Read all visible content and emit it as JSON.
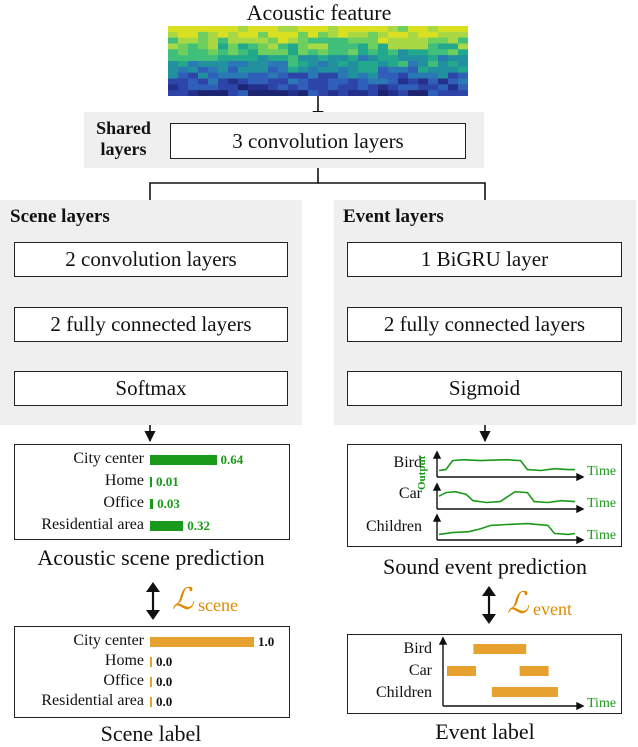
{
  "diagram": {
    "input_title": "Acoustic feature",
    "shared_label_1": "Shared",
    "shared_label_2": "layers",
    "shared_box": "3 convolution layers",
    "scene_panel": "Scene layers",
    "event_panel": "Event layers",
    "scene_box_1": "2 convolution layers",
    "scene_box_2": "2 fully connected layers",
    "scene_box_3": "Softmax",
    "event_box_1": "1 BiGRU layer",
    "event_box_2": "2 fully connected layers",
    "event_box_3": "Sigmoid",
    "scene_pred_caption": "Acoustic scene prediction",
    "event_pred_caption": "Sound event prediction",
    "scene_label_caption": "Scene label",
    "event_label_caption": "Event label",
    "loss_symbol": "ℒ",
    "loss_scene": "scene",
    "loss_event": "event",
    "time_label": "Time",
    "output_label": "Output"
  },
  "scene_prediction": [
    {
      "label": "City center",
      "value": 0.64,
      "text": "0.64"
    },
    {
      "label": "Home",
      "value": 0.01,
      "text": "0.01"
    },
    {
      "label": "Office",
      "value": 0.03,
      "text": "0.03"
    },
    {
      "label": "Residential area",
      "value": 0.32,
      "text": "0.32"
    }
  ],
  "scene_label": [
    {
      "label": "City center",
      "value": 1.0,
      "text": "1.0"
    },
    {
      "label": "Home",
      "value": 0.0,
      "text": "0.0"
    },
    {
      "label": "Office",
      "value": 0.0,
      "text": "0.0"
    },
    {
      "label": "Residential area",
      "value": 0.0,
      "text": "0.0"
    }
  ],
  "event_rows": [
    "Bird",
    "Car",
    "Children"
  ],
  "event_label_segments": {
    "Bird": [
      [
        0.2,
        0.6
      ]
    ],
    "Car": [
      [
        0.0,
        0.22
      ],
      [
        0.55,
        0.77
      ]
    ],
    "Children": [
      [
        0.34,
        0.84
      ]
    ]
  },
  "colors": {
    "pred_bar": "#1a9a1a",
    "label_bar": "#e6a12f",
    "loss": "#e08a00",
    "panel": "#efefef"
  }
}
